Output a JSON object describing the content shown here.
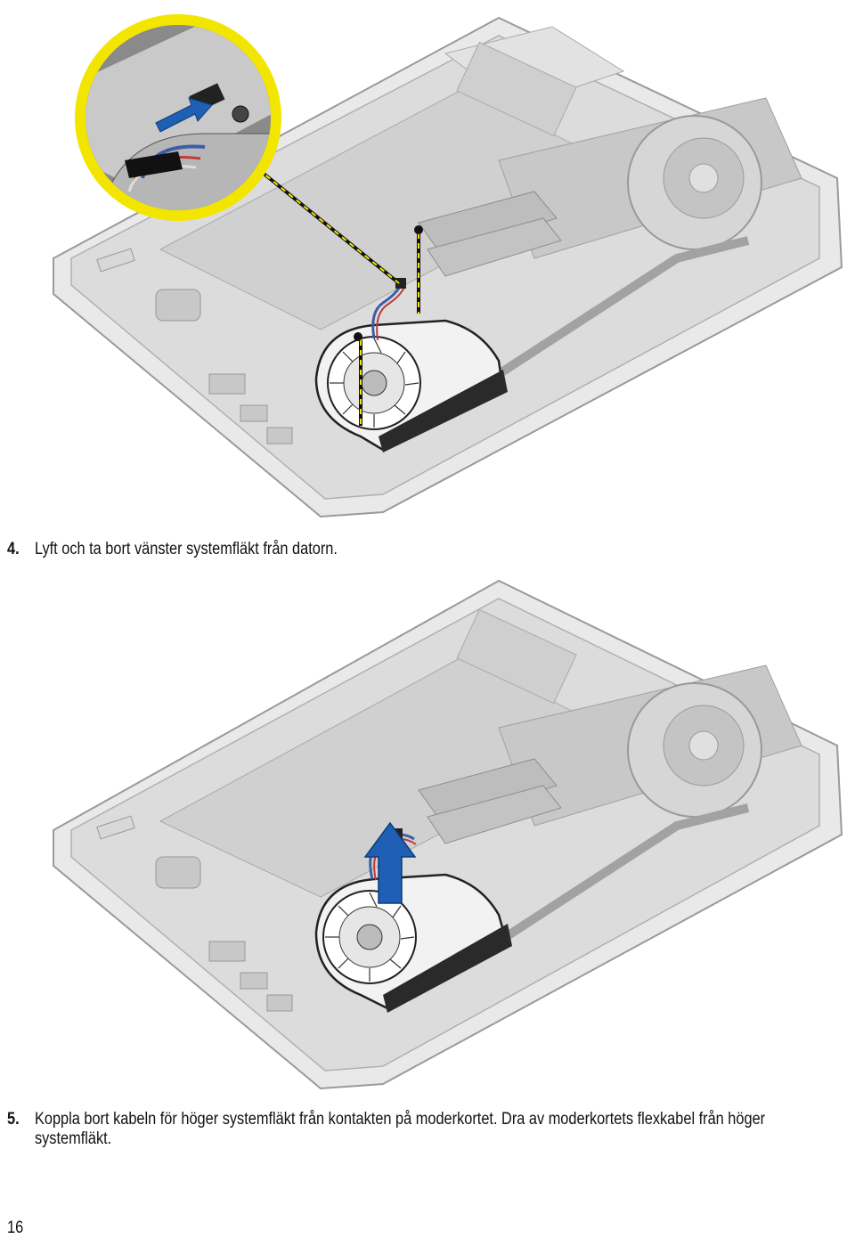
{
  "steps": [
    {
      "number": "4.",
      "text": "Lyft och ta bort vänster systemfläkt från datorn."
    },
    {
      "number": "5.",
      "text": "Koppla bort kabeln för höger systemfläkt från kontakten på moderkortet. Dra av moderkortets flexkabel från höger",
      "text_cont": "systemfläkt."
    }
  ],
  "page_number": "16",
  "figures": [
    {
      "name": "laptop-base-fan-screws-figure",
      "callout_color": "#f2e600",
      "arrow_color": "#1f5fb4"
    },
    {
      "name": "laptop-base-fan-lift-figure",
      "arrow_color": "#1f5fb4"
    }
  ]
}
